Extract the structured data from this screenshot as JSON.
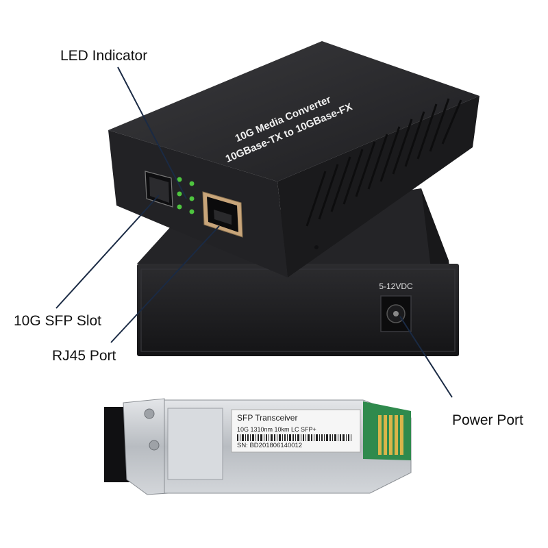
{
  "callouts": {
    "led": "LED Indicator",
    "sfp_slot": "10G SFP Slot",
    "rj45": "RJ45 Port",
    "power": "Power Port"
  },
  "device": {
    "top_line1": "10G Media Converter",
    "top_line2": "10GBase-TX to 10GBase-FX",
    "voltage": "5-12VDC"
  },
  "transceiver": {
    "title": "SFP Transceiver",
    "spec": "10G 1310nm 10km LC SFP+",
    "sn": "SN: BD201806140012"
  },
  "colors": {
    "case_dark": "#1c1c1e",
    "case_top": "#2a2a2c",
    "callout_line": "#1a2a44",
    "metal": "#c9ccd0",
    "pcb": "#2f8a4d",
    "gold": "#d9b54a"
  }
}
